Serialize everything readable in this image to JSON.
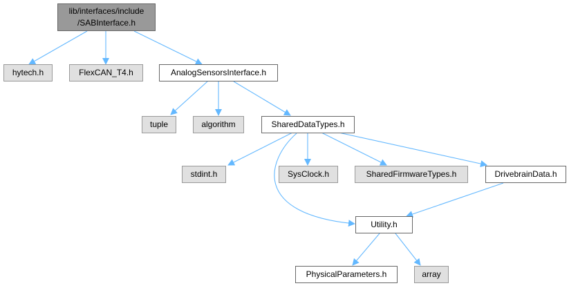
{
  "colors": {
    "edge": "#63b8ff",
    "root_fill": "#999999",
    "external_fill": "#e0e0e0",
    "documented_fill": "#ffffff"
  },
  "nodes": [
    {
      "id": "sab",
      "label": "lib/interfaces/include\n/SABInterface.h",
      "kind": "root"
    },
    {
      "id": "hytech",
      "label": "hytech.h",
      "kind": "external"
    },
    {
      "id": "flexcan",
      "label": "FlexCAN_T4.h",
      "kind": "external"
    },
    {
      "id": "analog",
      "label": "AnalogSensorsInterface.h",
      "kind": "doc"
    },
    {
      "id": "tuple",
      "label": "tuple",
      "kind": "external"
    },
    {
      "id": "algorithm",
      "label": "algorithm",
      "kind": "external"
    },
    {
      "id": "shared",
      "label": "SharedDataTypes.h",
      "kind": "doc"
    },
    {
      "id": "stdint",
      "label": "stdint.h",
      "kind": "external"
    },
    {
      "id": "sysclock",
      "label": "SysClock.h",
      "kind": "external"
    },
    {
      "id": "sft",
      "label": "SharedFirmwareTypes.h",
      "kind": "external"
    },
    {
      "id": "drivebrain",
      "label": "DrivebrainData.h",
      "kind": "doc"
    },
    {
      "id": "utility",
      "label": "Utility.h",
      "kind": "doc"
    },
    {
      "id": "physical",
      "label": "PhysicalParameters.h",
      "kind": "doc"
    },
    {
      "id": "array",
      "label": "array",
      "kind": "external"
    }
  ],
  "edges": [
    {
      "from": "sab",
      "to": "hytech"
    },
    {
      "from": "sab",
      "to": "flexcan"
    },
    {
      "from": "sab",
      "to": "analog"
    },
    {
      "from": "analog",
      "to": "tuple"
    },
    {
      "from": "analog",
      "to": "algorithm"
    },
    {
      "from": "analog",
      "to": "shared"
    },
    {
      "from": "shared",
      "to": "stdint"
    },
    {
      "from": "shared",
      "to": "sysclock"
    },
    {
      "from": "shared",
      "to": "sft"
    },
    {
      "from": "shared",
      "to": "drivebrain"
    },
    {
      "from": "shared",
      "to": "utility"
    },
    {
      "from": "drivebrain",
      "to": "utility"
    },
    {
      "from": "utility",
      "to": "physical"
    },
    {
      "from": "utility",
      "to": "array"
    }
  ]
}
